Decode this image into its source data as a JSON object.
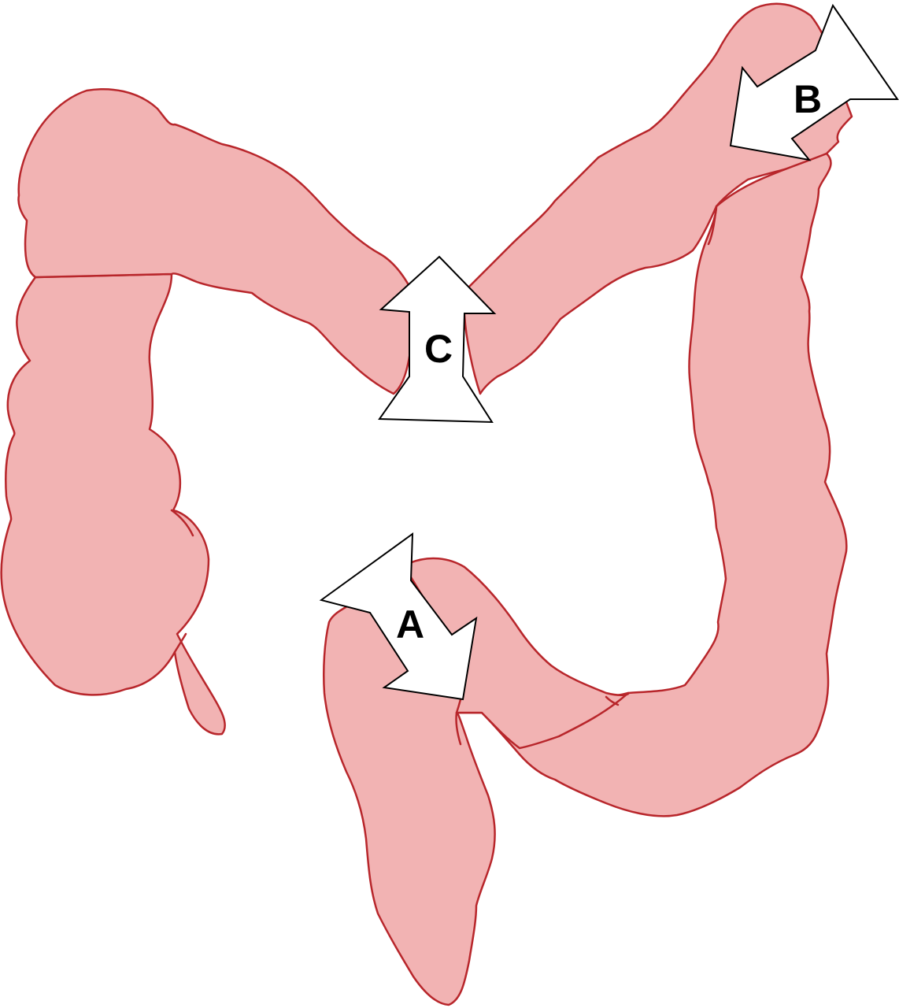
{
  "labels": {
    "a": "A",
    "b": "B",
    "c": "C"
  },
  "colors": {
    "colon_fill": "#f2b3b3",
    "colon_outline": "#b8262b",
    "arrow_fill": "#ffffff",
    "arrow_outline": "#000000"
  }
}
